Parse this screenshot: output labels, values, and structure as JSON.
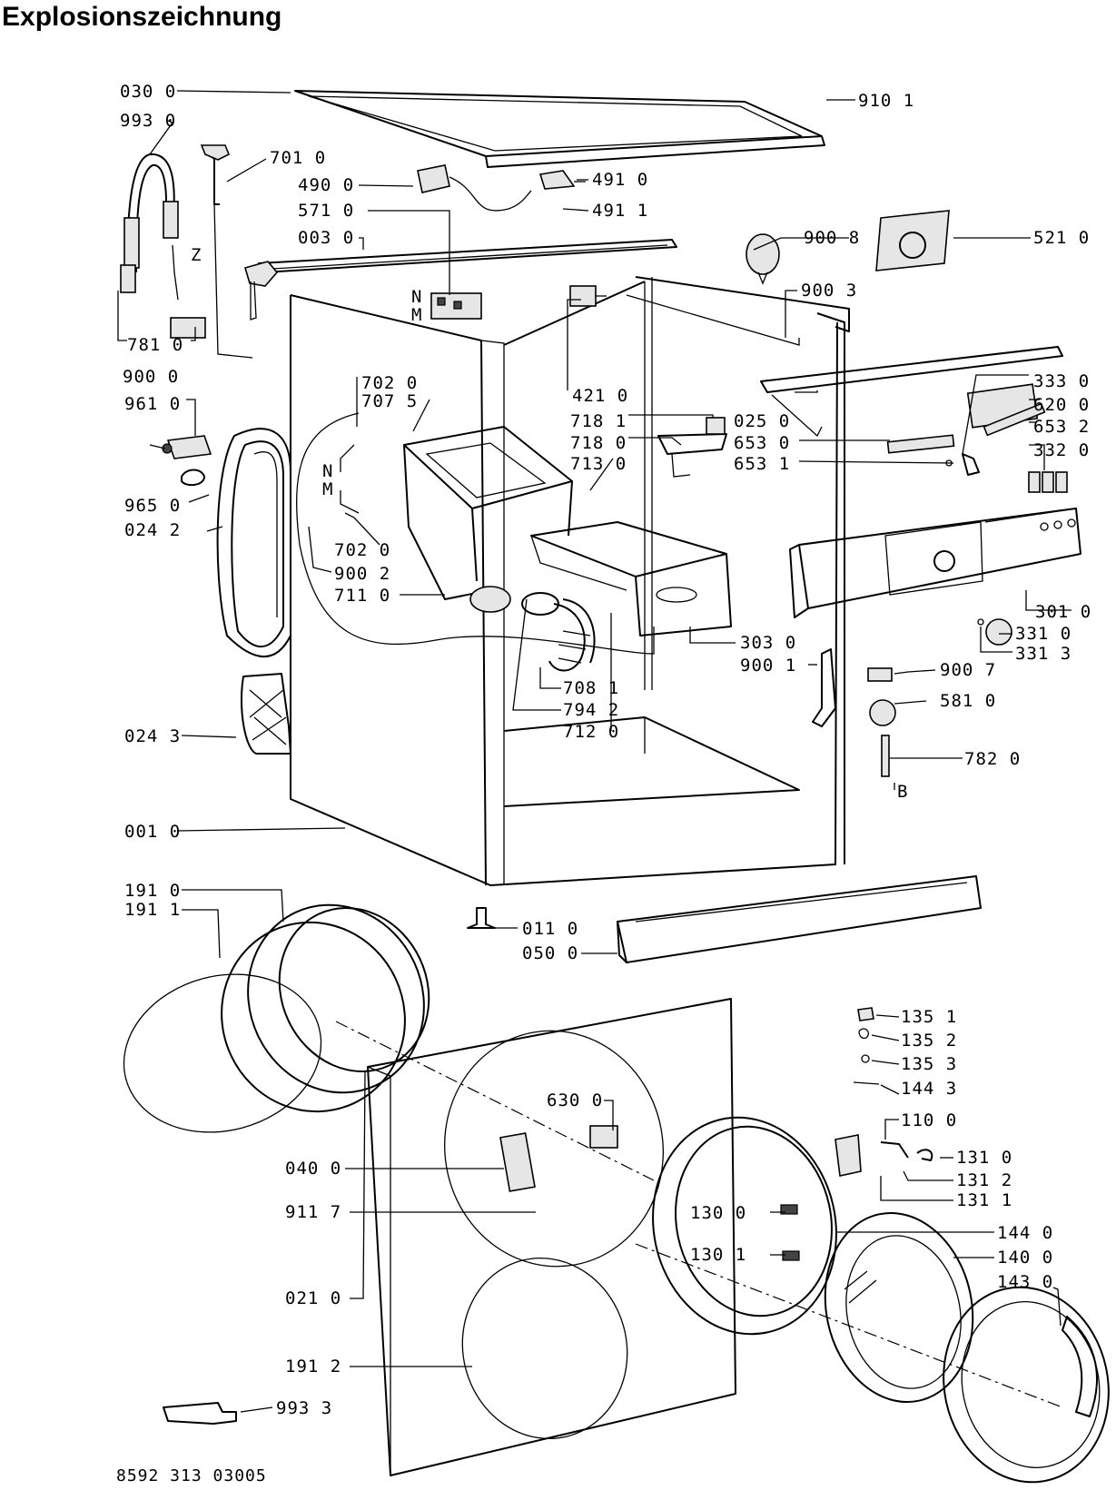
{
  "title": "Explosionszeichnung",
  "footer": "8592 313 03005",
  "labels": [
    {
      "id": "l030_0",
      "text": "030 0"
    },
    {
      "id": "l993_0",
      "text": "993 0"
    },
    {
      "id": "l701_0",
      "text": "701 0"
    },
    {
      "id": "l490_0",
      "text": "490 0"
    },
    {
      "id": "l491_0",
      "text": "491 0"
    },
    {
      "id": "l491_1",
      "text": "491 1"
    },
    {
      "id": "l571_0",
      "text": "571 0"
    },
    {
      "id": "l003_0",
      "text": "003 0"
    },
    {
      "id": "l910_1",
      "text": "910 1"
    },
    {
      "id": "l900_8",
      "text": "900 8"
    },
    {
      "id": "l521_0",
      "text": "521 0"
    },
    {
      "id": "l900_3",
      "text": "900 3"
    },
    {
      "id": "lZ",
      "text": "Z"
    },
    {
      "id": "lN1",
      "text": "N"
    },
    {
      "id": "lM1",
      "text": "M"
    },
    {
      "id": "l781_0",
      "text": "781 0"
    },
    {
      "id": "l900_0",
      "text": "900 0"
    },
    {
      "id": "l702_0a",
      "text": "702 0"
    },
    {
      "id": "l707_5",
      "text": "707 5"
    },
    {
      "id": "l421_0",
      "text": "421 0"
    },
    {
      "id": "l333_0",
      "text": "333 0"
    },
    {
      "id": "l961_0",
      "text": "961 0"
    },
    {
      "id": "l718_1",
      "text": "718 1"
    },
    {
      "id": "l025_0",
      "text": "025 0"
    },
    {
      "id": "l620_0",
      "text": "620 0"
    },
    {
      "id": "l718_0",
      "text": "718 0"
    },
    {
      "id": "l653_0",
      "text": "653 0"
    },
    {
      "id": "l653_2",
      "text": "653 2"
    },
    {
      "id": "l713_0",
      "text": "713 0"
    },
    {
      "id": "l653_1",
      "text": "653 1"
    },
    {
      "id": "l332_0",
      "text": "332 0"
    },
    {
      "id": "lN2",
      "text": "N"
    },
    {
      "id": "lM2",
      "text": "M"
    },
    {
      "id": "l965_0",
      "text": "965 0"
    },
    {
      "id": "l024_2",
      "text": "024 2"
    },
    {
      "id": "l702_0b",
      "text": "702 0"
    },
    {
      "id": "l900_2",
      "text": "900 2"
    },
    {
      "id": "l711_0",
      "text": "711 0"
    },
    {
      "id": "l301_0",
      "text": "301 0"
    },
    {
      "id": "l303_0",
      "text": "303 0"
    },
    {
      "id": "l331_0",
      "text": "331 0"
    },
    {
      "id": "l331_3",
      "text": "331 3"
    },
    {
      "id": "l900_1",
      "text": "900 1"
    },
    {
      "id": "l900_7",
      "text": "900 7"
    },
    {
      "id": "l708_1",
      "text": "708 1"
    },
    {
      "id": "l581_0",
      "text": "581 0"
    },
    {
      "id": "l794_2",
      "text": "794 2"
    },
    {
      "id": "l024_3",
      "text": "024 3"
    },
    {
      "id": "l712_0",
      "text": "712 0"
    },
    {
      "id": "l782_0",
      "text": "782 0"
    },
    {
      "id": "lB",
      "text": "B"
    },
    {
      "id": "l001_0",
      "text": "001 0"
    },
    {
      "id": "l191_0",
      "text": "191 0"
    },
    {
      "id": "l191_1",
      "text": "191 1"
    },
    {
      "id": "l011_0",
      "text": "011 0"
    },
    {
      "id": "l050_0",
      "text": "050 0"
    },
    {
      "id": "l135_1",
      "text": "135 1"
    },
    {
      "id": "l135_2",
      "text": "135 2"
    },
    {
      "id": "l135_3",
      "text": "135 3"
    },
    {
      "id": "l144_3",
      "text": "144 3"
    },
    {
      "id": "l630_0",
      "text": "630 0"
    },
    {
      "id": "l110_0",
      "text": "110 0"
    },
    {
      "id": "l040_0",
      "text": "040 0"
    },
    {
      "id": "l131_0",
      "text": "131 0"
    },
    {
      "id": "l131_2",
      "text": "131 2"
    },
    {
      "id": "l131_1",
      "text": "131 1"
    },
    {
      "id": "l911_7",
      "text": "911 7"
    },
    {
      "id": "l130_0",
      "text": "130 0"
    },
    {
      "id": "l144_0",
      "text": "144 0"
    },
    {
      "id": "l130_1",
      "text": "130 1"
    },
    {
      "id": "l140_0",
      "text": "140 0"
    },
    {
      "id": "l143_0",
      "text": "143 0"
    },
    {
      "id": "l021_0",
      "text": "021 0"
    },
    {
      "id": "l191_2",
      "text": "191 2"
    },
    {
      "id": "l993_3",
      "text": "993 3"
    }
  ]
}
